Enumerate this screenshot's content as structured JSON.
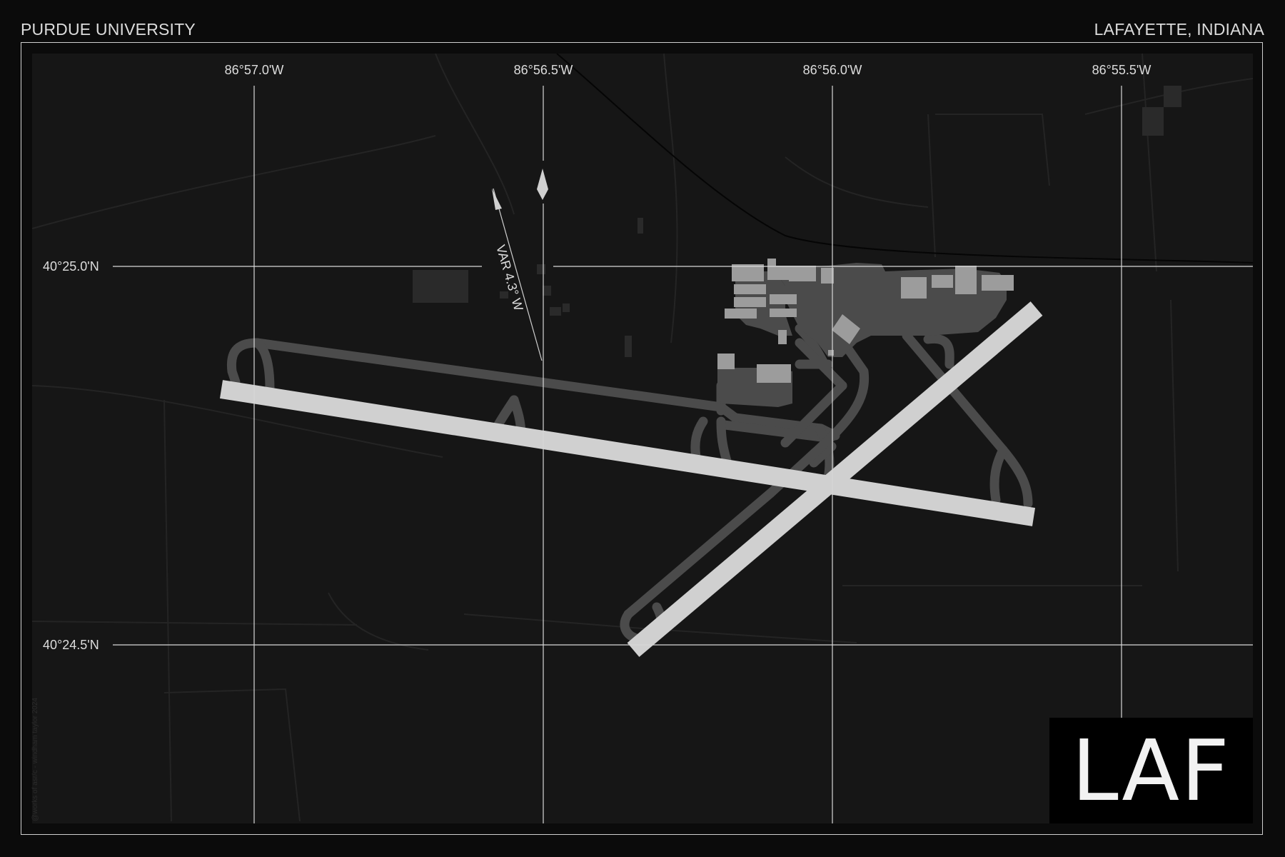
{
  "header": {
    "left_title": "PURDUE UNIVERSITY",
    "right_title": "LAFAYETTE, INDIANA"
  },
  "airport": {
    "code": "LAF"
  },
  "grid": {
    "longitudes": [
      "86°57.0'W",
      "86°56.5'W",
      "86°56.0'W",
      "86°55.5'W"
    ],
    "latitudes": [
      "40°25.0'N",
      "40°24.5'N"
    ]
  },
  "compass": {
    "variation_label": "VAR 4.3° W"
  },
  "credit": {
    "text": "@works of asr/c - windham taylor 2024"
  },
  "colors": {
    "background": "#0b0b0b",
    "map": "#161616",
    "runway": "#cfcfcf",
    "taxiway": "#4a4a4a",
    "building": "#9a9a9a",
    "grid": "#d8d8d8"
  }
}
